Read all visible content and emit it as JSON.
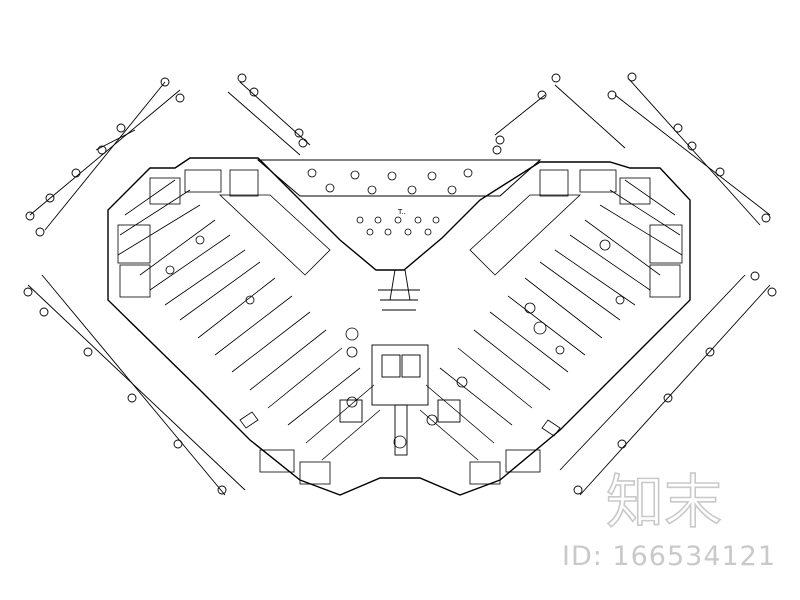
{
  "drawing": {
    "type": "architectural floor plan",
    "line_color": "#000000",
    "background": "#ffffff",
    "center_label": "T.."
  },
  "watermark": {
    "logo_text": "知末",
    "id_text": "ID: 166534121",
    "color": "#c9c9c9"
  }
}
